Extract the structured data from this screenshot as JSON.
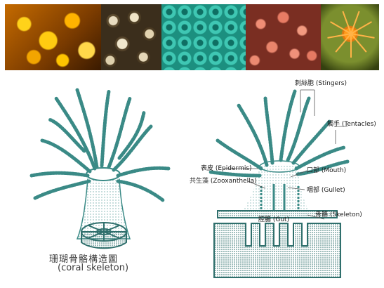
{
  "photos": {
    "items": [
      {
        "subject": "yellow-coral-polyps"
      },
      {
        "subject": "brown-coral-polyps"
      },
      {
        "subject": "green-brain-coral"
      },
      {
        "subject": "red-coral-polyps"
      },
      {
        "subject": "orange-single-polyp"
      }
    ]
  },
  "left_diagram": {
    "title_cn": "珊瑚骨骼構造圖",
    "title_en": "(coral skeleton)"
  },
  "right_diagram": {
    "labels": {
      "stingers": "刺絲胞 (Stingers)",
      "tentacles": "觸手 (Tentacles)",
      "epidermis": "表皮 (Epidermis)",
      "mouth": "口部 (Mouth)",
      "zooxanthella": "共生藻 (Zooxanthella)",
      "gullet": "咽部 (Gullet)",
      "gut": "腔腸 (Gut)",
      "skeleton": "骨骼 (Skeleton)"
    }
  },
  "colors": {
    "ink": "#3a8a86",
    "ink_dark": "#2f6f6c"
  }
}
